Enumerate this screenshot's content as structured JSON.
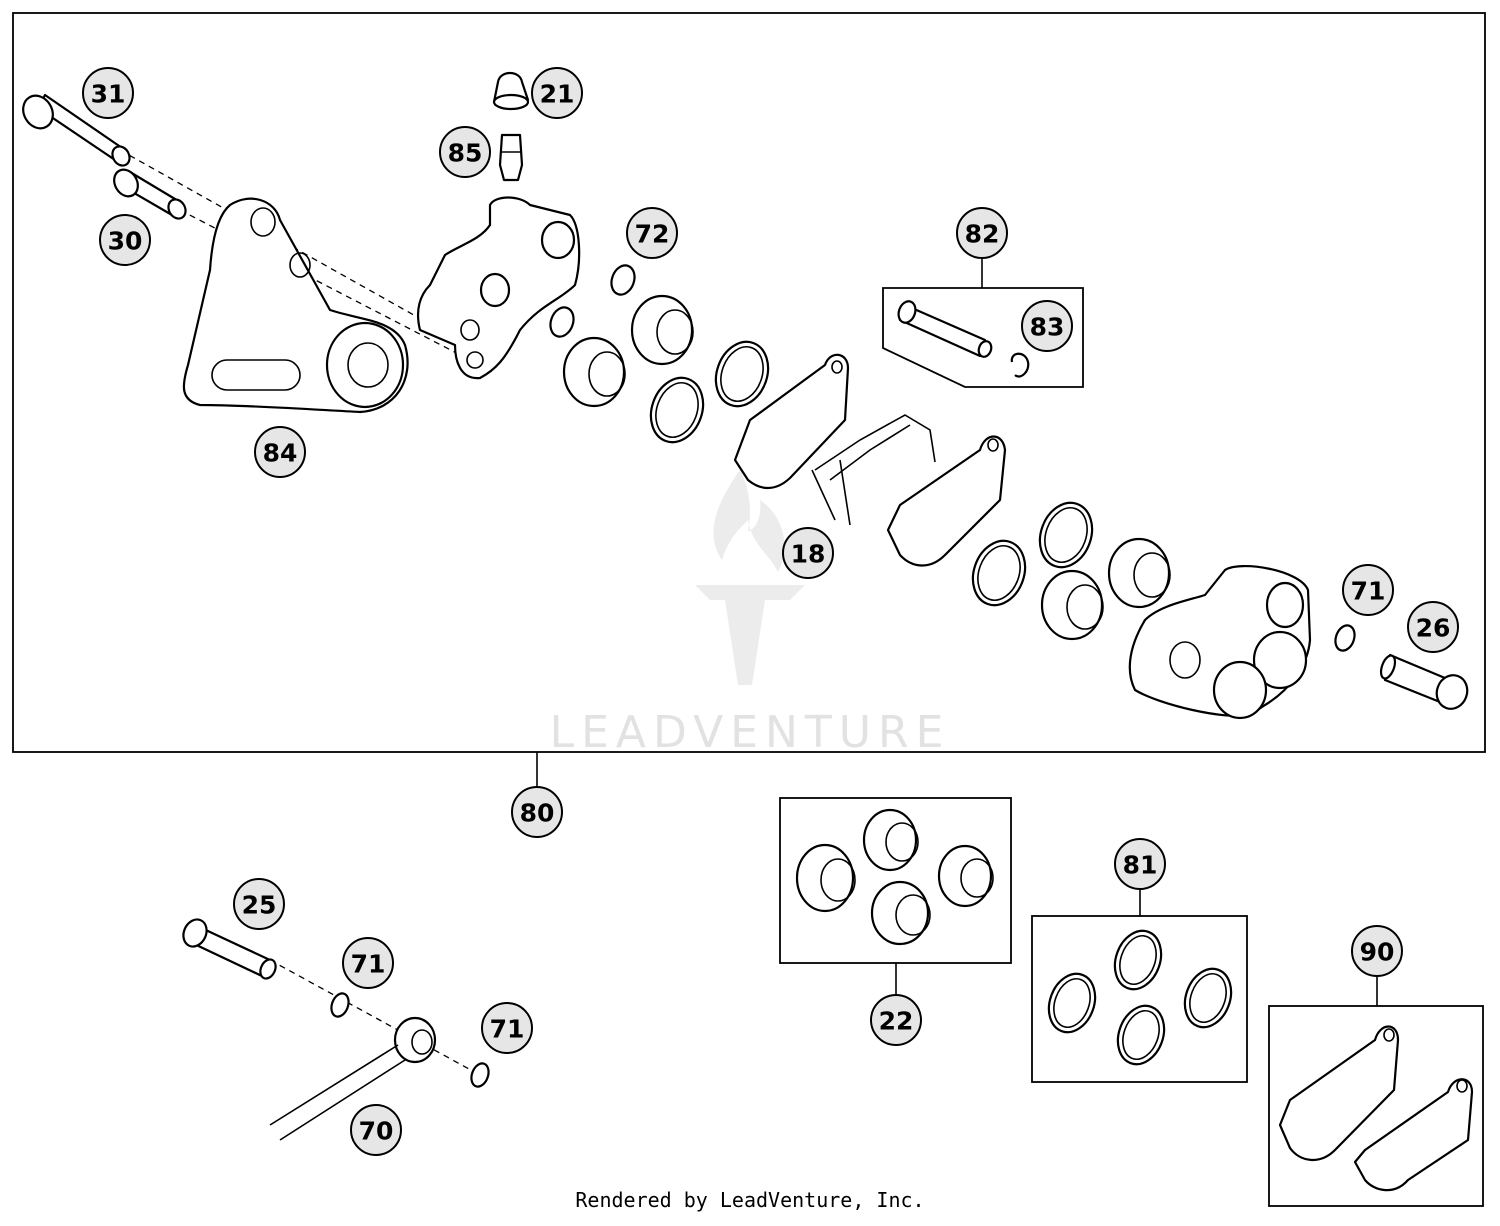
{
  "watermark": {
    "text": "LEADVENTURE"
  },
  "footer": {
    "text": "Rendered by LeadVenture, Inc."
  },
  "callouts": [
    {
      "id": "31",
      "label": "31"
    },
    {
      "id": "21",
      "label": "21"
    },
    {
      "id": "85",
      "label": "85"
    },
    {
      "id": "30",
      "label": "30"
    },
    {
      "id": "72",
      "label": "72"
    },
    {
      "id": "82",
      "label": "82"
    },
    {
      "id": "83",
      "label": "83"
    },
    {
      "id": "84",
      "label": "84"
    },
    {
      "id": "18",
      "label": "18"
    },
    {
      "id": "71a",
      "label": "71"
    },
    {
      "id": "26",
      "label": "26"
    },
    {
      "id": "80",
      "label": "80"
    },
    {
      "id": "25",
      "label": "25"
    },
    {
      "id": "71b",
      "label": "71"
    },
    {
      "id": "71c",
      "label": "71"
    },
    {
      "id": "70",
      "label": "70"
    },
    {
      "id": "22",
      "label": "22"
    },
    {
      "id": "81",
      "label": "81"
    },
    {
      "id": "90",
      "label": "90"
    }
  ]
}
